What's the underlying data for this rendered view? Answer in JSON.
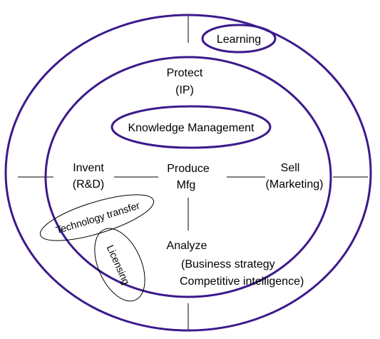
{
  "colors": {
    "ring": "#3c1a8c",
    "line": "#000000",
    "background": "#ffffff"
  },
  "labels": {
    "learning": "Learning",
    "protect": "Protect",
    "ip": "(IP)",
    "knowledge_management": "Knowledge Management",
    "invent": "Invent",
    "rnd": "(R&D)",
    "produce": "Produce",
    "mfg": "Mfg",
    "sell": "Sell",
    "marketing": "(Marketing)",
    "technology_transfer": "Technology transfer",
    "licensing": "Licensing",
    "analyze": "Analyze",
    "business_strategy": "(Business strategy",
    "competitive_intelligence": "Competitive intelligence)"
  }
}
